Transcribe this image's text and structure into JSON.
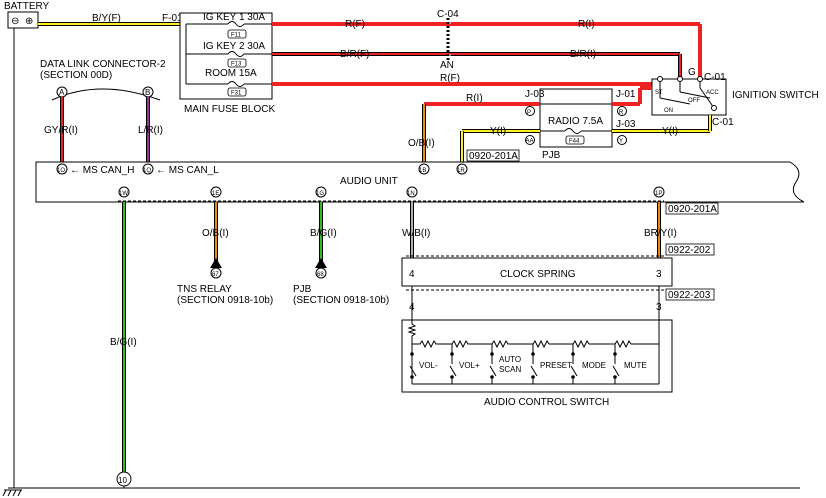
{
  "labels": {
    "battery": "BATTERY",
    "bat_plus": "⊕",
    "bat_minus": "⊖",
    "f01": "F-01",
    "byf": "B/Y(F)",
    "ig_key1": "IG KEY 1 30A",
    "ig_key2": "IG KEY 2 30A",
    "room": "ROOM 15A",
    "f11": "F11",
    "f13": "F13",
    "f31": "F31",
    "main_fuse": "MAIN FUSE BLOCK",
    "rf1": "R(F)",
    "c04": "C-04",
    "ri1": "R(I)",
    "brf": "B/R(F)",
    "an": "AN",
    "bri": "B/R(I)",
    "rf2": "R(F)",
    "g": "G",
    "c01a": "C-01",
    "c01b": "C-01",
    "ignition_switch": "IGNITION SWITCH",
    "sw_on": "ON",
    "sw_off": "OFF",
    "sw_acc": "ACC",
    "sw_st": "ST",
    "dlc_line1": "DATA LINK CONNECTOR-2",
    "dlc_line2": "(SECTION 00D)",
    "pin_a": "A",
    "pin_b": "B",
    "gyri": "GY/R(I)",
    "lri": "L/R(I)",
    "obi": "O/B(I)",
    "ri2": "R(I)",
    "j03a": "J-03",
    "j01": "J-01",
    "pin_p": "P",
    "pin_r": "R",
    "radio": "RADIO 7.5A",
    "f44": "F44",
    "j03b": "J-03",
    "yi1": "Y(I)",
    "yi2": "Y(I)",
    "pin_aa": "AA",
    "pin_y": "Y",
    "pjb": "PJB",
    "code1": "0920-201A",
    "c1o": "1O",
    "c1q": "1Q",
    "ms_can_h": "← MS CAN_H",
    "ms_can_l": "← MS CAN_L",
    "c1b": "1B",
    "c1r": "1R",
    "audio_unit": "AUDIO UNIT",
    "c1w": "1W",
    "c1e": "1E",
    "c1g": "1G",
    "c1n": "1N",
    "c1p": "1P",
    "code2": "0920-201A",
    "obi2": "O/B(I)",
    "bgi1": "B/G(I)",
    "wbi": "W/B(I)",
    "bryi": "BR/Y(I)",
    "code3": "0922-202",
    "n67": "67",
    "n68": "68",
    "tns_line1": "TNS RELAY",
    "tns_line2": "(SECTION 0918-10b)",
    "pjb2_line1": "PJB",
    "pjb2_line2": "(SECTION 0918-10b)",
    "clock_spring": "CLOCK SPRING",
    "cs4a": "4",
    "cs3a": "3",
    "code4": "0922-203",
    "cs4b": "4",
    "cs3b": "3",
    "bgi2": "B/G(I)",
    "vol_minus": "VOL-",
    "vol_plus": "VOL+",
    "auto_line1": "AUTO",
    "auto_line2": "SCAN",
    "preset": "PRESET",
    "mode": "MODE",
    "mute": "MUTE",
    "audio_control_switch": "AUDIO CONTROL SWITCH",
    "ground_num": "10"
  },
  "colors": {
    "red": "#ee2222",
    "yellow": "#ffee22",
    "yellow_dark": "#b8a800",
    "green": "#33bb22",
    "purple": "#993399",
    "orange": "#ee8800",
    "wire_black": "#000000"
  }
}
